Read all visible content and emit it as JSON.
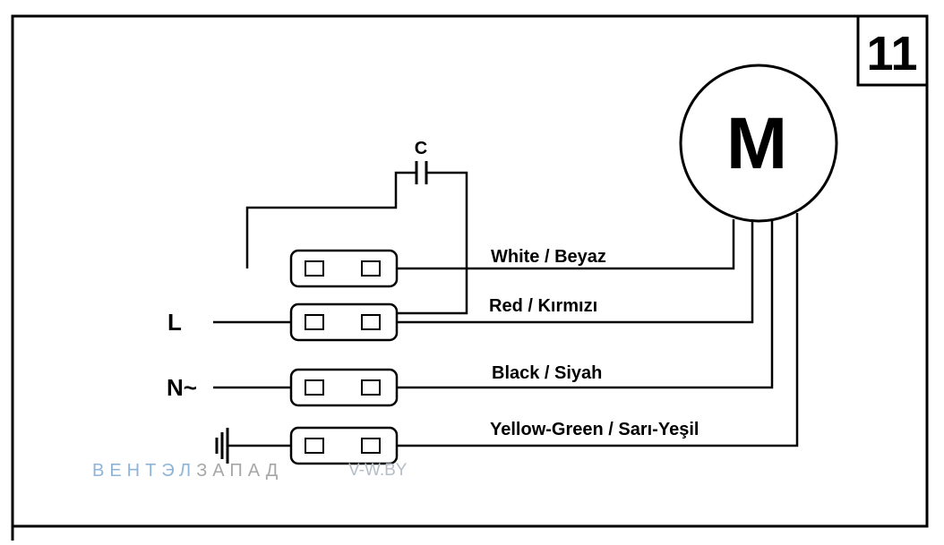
{
  "diagram": {
    "number": "11",
    "motor_label": "M",
    "capacitor_label": "C",
    "terminals": {
      "line": "L",
      "neutral": "N~"
    },
    "wires": [
      {
        "id": "white",
        "label": "White / Beyaz"
      },
      {
        "id": "red",
        "label": "Red / Kırmızı"
      },
      {
        "id": "black",
        "label": "Black / Siyah"
      },
      {
        "id": "yellow",
        "label": "Yellow-Green / Sarı-Yeşil"
      }
    ],
    "watermark": {
      "brand_part1": "ВЕНТЭЛ",
      "brand_part2": "ЗАПАД",
      "url": "V-W.BY"
    }
  }
}
